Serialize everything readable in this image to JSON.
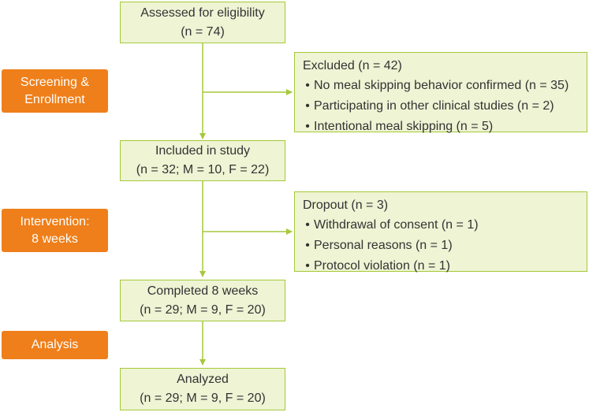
{
  "stages": [
    {
      "lines": [
        "Screening &",
        "Enrollment"
      ]
    },
    {
      "lines": [
        "Intervention:",
        "8 weeks"
      ]
    },
    {
      "lines": [
        "Analysis"
      ]
    }
  ],
  "boxes": {
    "assessed": {
      "lines": [
        "Assessed for eligibility",
        "(n = 74)"
      ]
    },
    "included": {
      "lines": [
        "Included in study",
        "(n = 32; M = 10, F = 22)"
      ]
    },
    "completed": {
      "lines": [
        "Completed 8 weeks",
        "(n = 29; M = 9, F = 20)"
      ]
    },
    "analyzed": {
      "lines": [
        "Analyzed",
        "(n = 29; M = 9, F = 20)"
      ]
    },
    "excluded": {
      "title": "Excluded (n = 42)",
      "items": [
        "No meal skipping behavior confirmed (n = 35)",
        "Participating in other clinical studies (n = 2)",
        "Intentional meal skipping (n = 5)"
      ]
    },
    "dropout": {
      "title": "Dropout (n = 3)",
      "items": [
        "Withdrawal of consent (n = 1)",
        "Personal reasons (n = 1)",
        "Protocol violation (n = 1)"
      ]
    }
  },
  "bullet": "•",
  "colors": {
    "box_fill": "#EEF4D4",
    "box_border": "#A5C93A",
    "stage_fill": "#EF7F1A",
    "arrow": "#A5C93A"
  }
}
